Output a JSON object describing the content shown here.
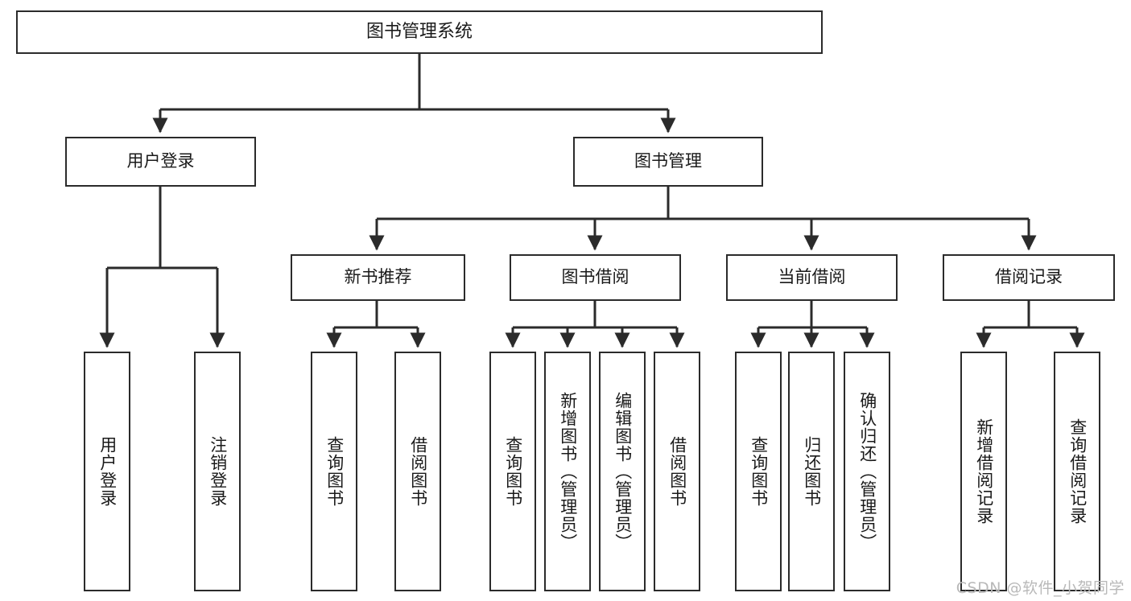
{
  "diagram": {
    "title": "图书管理系统",
    "type": "tree",
    "background": "#ffffff",
    "line_color": "#2b2b2b",
    "text_color": "#1a1a1a"
  },
  "nodes": {
    "root": {
      "label": "图书管理系统",
      "level": 1
    },
    "level2": [
      {
        "id": "user_login",
        "label": "用户登录"
      },
      {
        "id": "book_manage",
        "label": "图书管理"
      }
    ],
    "level3": [
      {
        "id": "new_book_rec",
        "label": "新书推荐",
        "parent": "book_manage"
      },
      {
        "id": "book_borrow",
        "label": "图书借阅",
        "parent": "book_manage"
      },
      {
        "id": "current_borrow",
        "label": "当前借阅",
        "parent": "book_manage"
      },
      {
        "id": "borrow_record",
        "label": "借阅记录",
        "parent": "book_manage"
      }
    ],
    "leaves": [
      {
        "id": "leaf_user_login",
        "label": "用户登录",
        "parent": "user_login"
      },
      {
        "id": "leaf_user_logout",
        "label": "注销登录",
        "parent": "user_login"
      },
      {
        "id": "leaf_query_book_1",
        "label": "查询图书",
        "parent": "new_book_rec"
      },
      {
        "id": "leaf_borrow_book_1",
        "label": "借阅图书",
        "parent": "new_book_rec"
      },
      {
        "id": "leaf_query_book_2",
        "label": "查询图书",
        "parent": "book_borrow"
      },
      {
        "id": "leaf_add_book",
        "label": "新增图书（管理员）",
        "parent": "book_borrow"
      },
      {
        "id": "leaf_edit_book",
        "label": "编辑图书（管理员）",
        "parent": "book_borrow"
      },
      {
        "id": "leaf_borrow_book_2",
        "label": "借阅图书",
        "parent": "book_borrow"
      },
      {
        "id": "leaf_query_book_3",
        "label": "查询图书",
        "parent": "current_borrow"
      },
      {
        "id": "leaf_return_book",
        "label": "归还图书",
        "parent": "current_borrow"
      },
      {
        "id": "leaf_confirm_return",
        "label": "确认归还（管理员）",
        "parent": "current_borrow"
      },
      {
        "id": "leaf_add_record",
        "label": "新增借阅记录",
        "parent": "borrow_record"
      },
      {
        "id": "leaf_query_record",
        "label": "查询借阅记录",
        "parent": "borrow_record"
      }
    ]
  },
  "watermark": {
    "text": "CSDN @软件_小贺同学"
  }
}
